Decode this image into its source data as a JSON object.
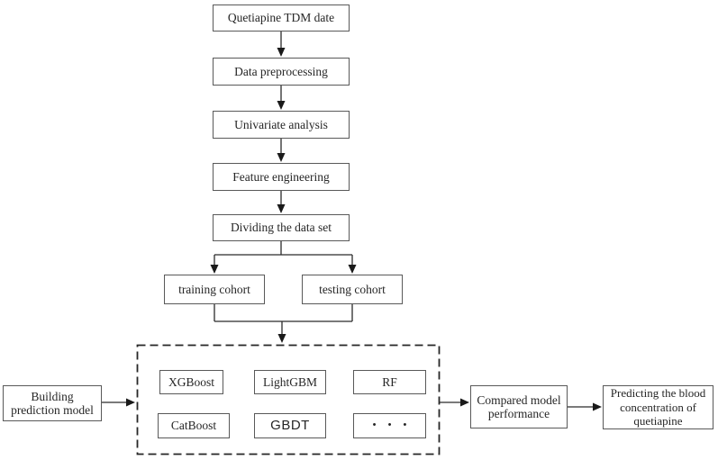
{
  "colors": {
    "box_border": "#595959",
    "dashed_border": "#262626",
    "arrow": "#1a1a1a",
    "text": "#262626",
    "background": "#ffffff"
  },
  "pipeline": [
    {
      "label": "Quetiapine TDM date"
    },
    {
      "label": "Data preprocessing"
    },
    {
      "label": "Univariate analysis"
    },
    {
      "label": "Feature engineering"
    },
    {
      "label": "Dividing the data set"
    }
  ],
  "cohorts": [
    {
      "label": "training cohort"
    },
    {
      "label": "testing cohort"
    }
  ],
  "models": [
    {
      "label": "XGBoost"
    },
    {
      "label": "LightGBM"
    },
    {
      "label": "RF"
    },
    {
      "label": "CatBoost"
    },
    {
      "label": "GBDT"
    },
    {
      "label": "• • •"
    }
  ],
  "building_box": {
    "lines": [
      "Building",
      "prediction model"
    ]
  },
  "compared_box": {
    "lines": [
      "Compared model",
      "performance"
    ]
  },
  "predicting_box": {
    "lines": [
      "Predicting the blood",
      "concentration of",
      "quetiapine"
    ]
  }
}
